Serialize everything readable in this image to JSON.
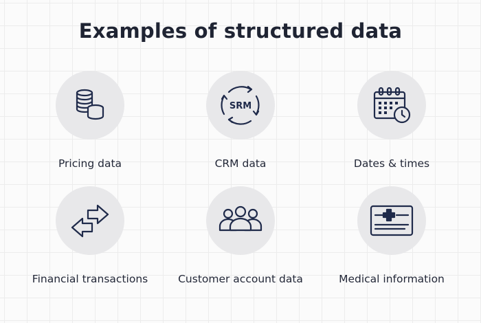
{
  "title": "Examples of structured data",
  "items": [
    {
      "label": "Pricing data",
      "icon": "coins-icon"
    },
    {
      "label": "CRM data",
      "icon": "srm-cycle-icon",
      "icon_text": "SRM"
    },
    {
      "label": "Dates & times",
      "icon": "calendar-clock-icon"
    },
    {
      "label": "Financial transactions",
      "icon": "exchange-arrows-icon"
    },
    {
      "label": "Customer account data",
      "icon": "people-group-icon"
    },
    {
      "label": "Medical information",
      "icon": "medical-card-icon"
    }
  ],
  "colors": {
    "icon_stroke": "#1f2a4a",
    "circle": "#e8e8ea",
    "text": "#1f2433"
  }
}
